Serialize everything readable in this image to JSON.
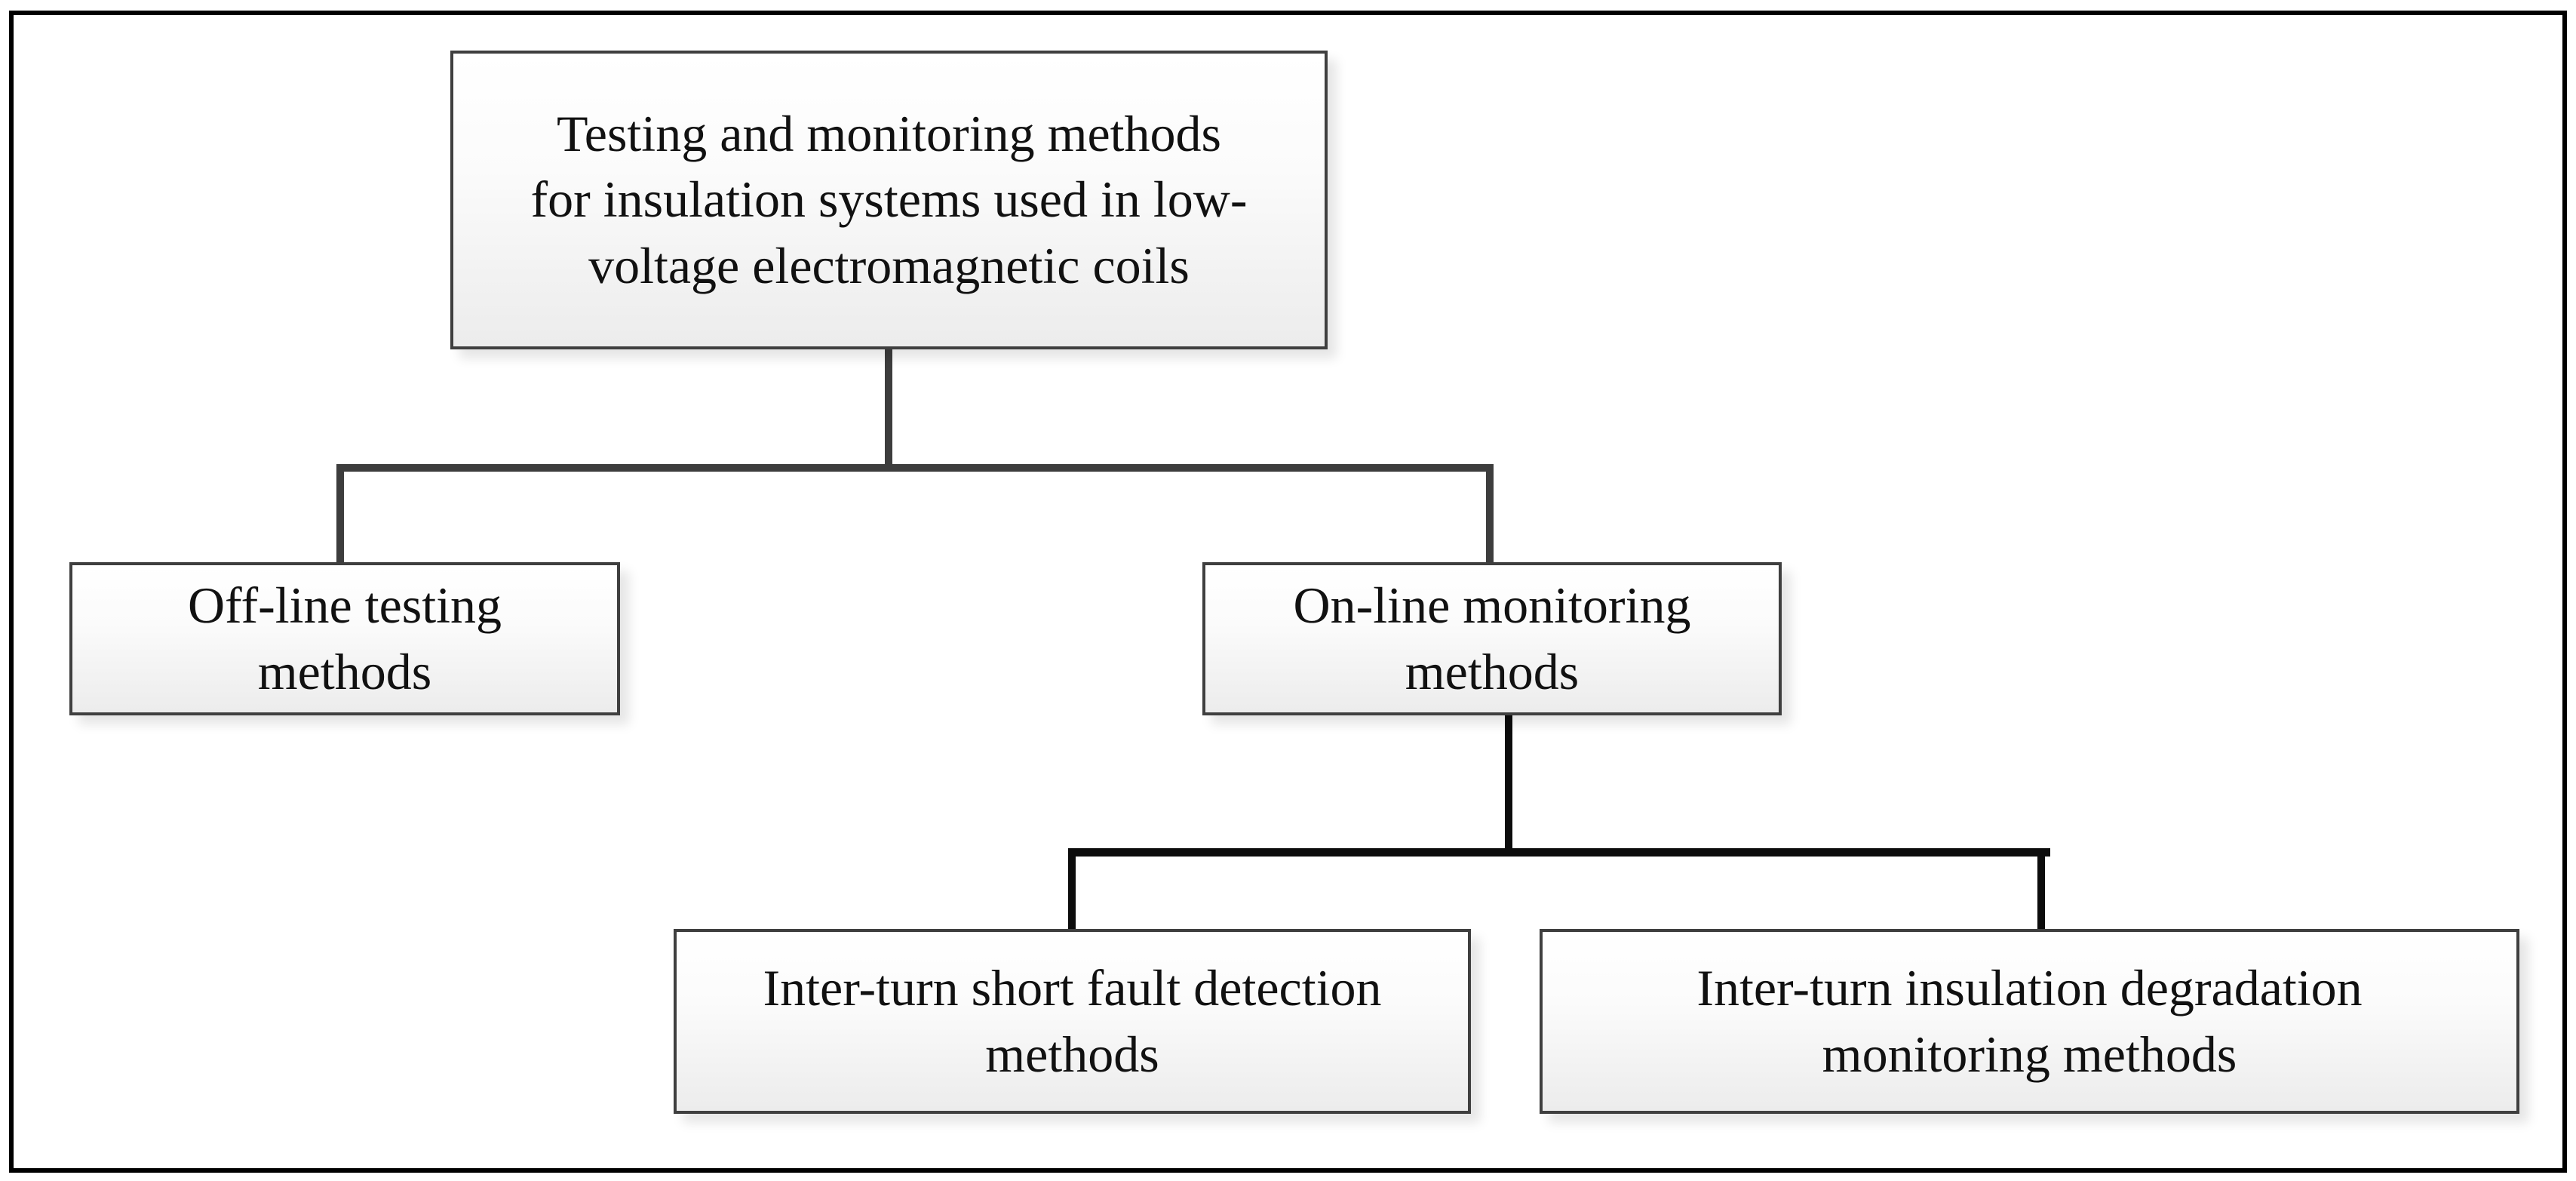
{
  "diagram": {
    "title_box": {
      "text": "Testing and monitoring methods\nfor insulation systems used in low-\nvoltage electromagnetic coils"
    },
    "offline_box": {
      "text": "Off-line testing\nmethods"
    },
    "online_box": {
      "text": "On-line monitoring\nmethods"
    },
    "fault_box": {
      "text": "Inter-turn short fault detection\nmethods"
    },
    "degradation_box": {
      "text": "Inter-turn insulation degradation\nmonitoring methods"
    },
    "colors": {
      "connector_secondary": "#3d3d3d",
      "connector_tertiary": "#0c0c0c",
      "box_border": "#3f3f3f",
      "box_fill_top": "#ffffff",
      "box_fill_bottom": "#ececec",
      "frame": "#000000",
      "text": "#111111",
      "bg": "#ffffff"
    }
  }
}
